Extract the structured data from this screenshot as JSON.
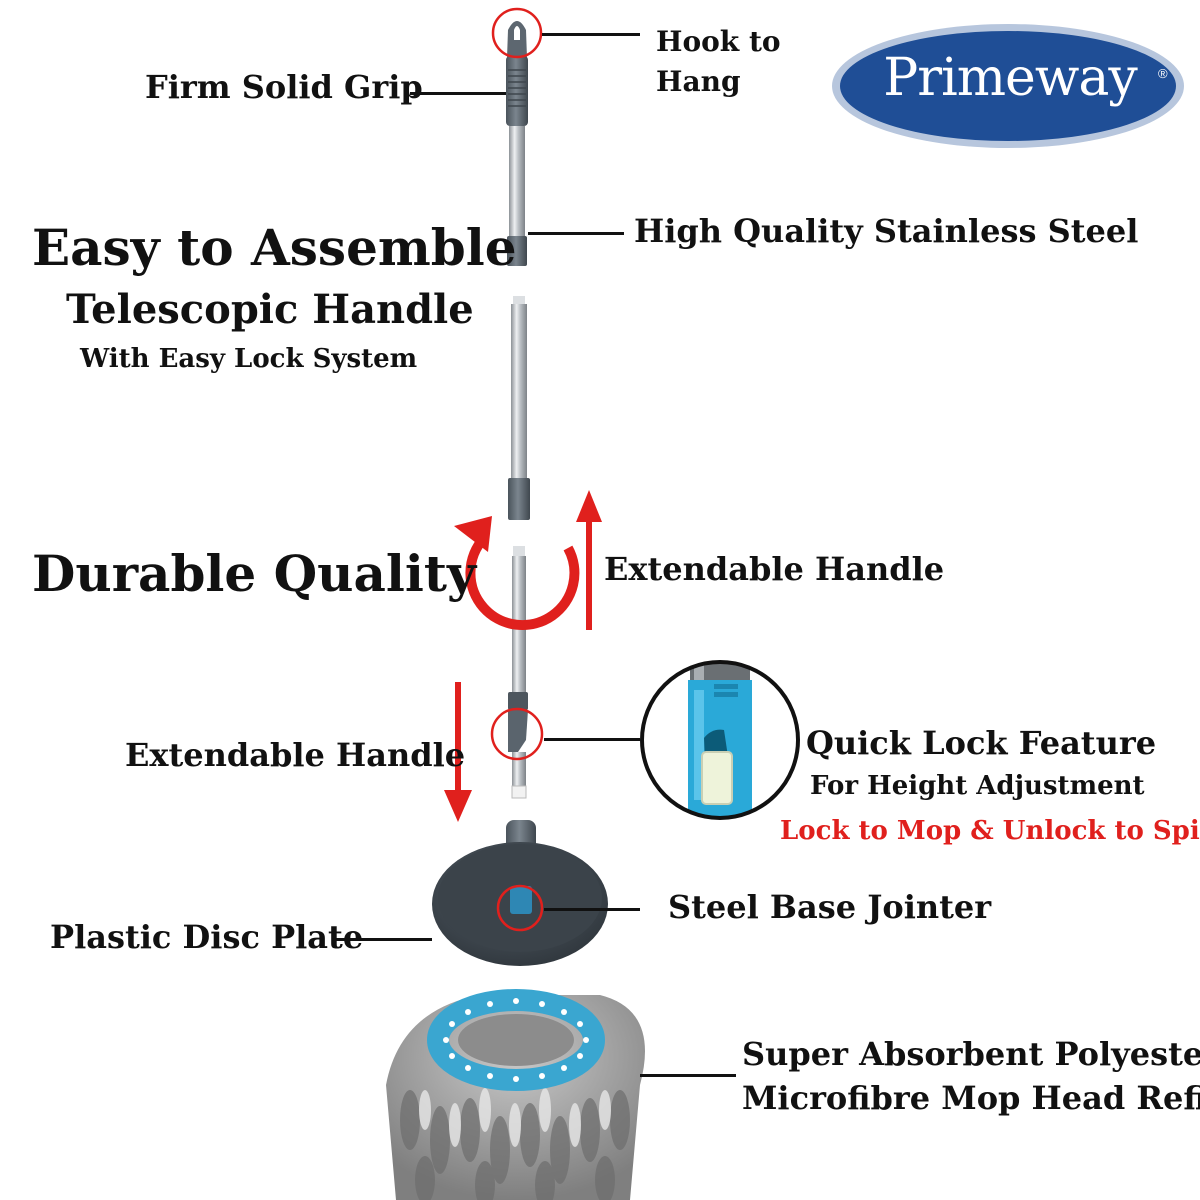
{
  "brand": {
    "name": "Primeway",
    "registered_mark": "®",
    "colors": {
      "oval": "#1f4e96",
      "oval_border": "#b7c6dd",
      "text": "#ffffff"
    }
  },
  "headings": {
    "assemble": "Easy to Assemble",
    "telescopic": "Telescopic Handle",
    "lock_system": "With Easy Lock System",
    "durable": "Durable Quality"
  },
  "callouts": {
    "hook": [
      "Hook to",
      "Hang"
    ],
    "grip": "Firm Solid Grip",
    "steel": "High Quality Stainless Steel",
    "extend_up": "Extendable Handle",
    "extend_down": "Extendable Handle",
    "quick_lock": "Quick Lock Feature",
    "height_adjust": "For Height Adjustment",
    "lock_spin": "Lock to Mop & Unlock to Spin",
    "base_jointer": "Steel Base Jointer",
    "disc_plate": "Plastic Disc Plate",
    "refill": [
      "Super Absorbent Polyester",
      "Microfibre Mop Head Refill"
    ]
  },
  "colors": {
    "accent_red": "#e0201d",
    "handle_grey": "#5f6a73",
    "steel": "#c9cdd1",
    "clip_blue": "#2aa9d8",
    "ring_blue": "#3aa6d0",
    "mop_grey": "#9a9a9a"
  },
  "icons": [
    "rotate-arrow-icon",
    "up-arrow-icon",
    "down-arrow-icon",
    "highlight-circle-icon"
  ]
}
